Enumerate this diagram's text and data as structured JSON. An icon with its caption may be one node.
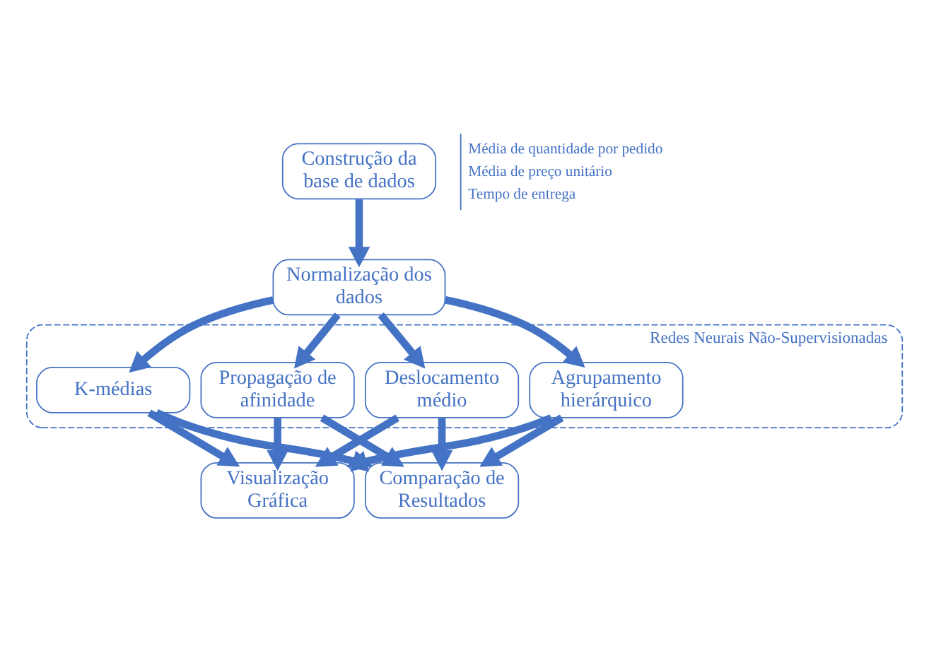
{
  "diagram": {
    "nodes": [
      {
        "text": [
          "Construção da base de dados"
        ],
        "beside": [
          "Média de quantidade por pedido",
          "Média de preço unitário",
          "Tempo de entrega"
        ]
      },
      {
        "text": [
          "Normalização dos dados"
        ]
      },
      {
        "text": [
          "Redes Neurais Não-Supervisionadas"
        ]
      },
      {
        "text": [
          "K-médias"
        ],
        "in": 2
      },
      {
        "text": [
          "Propagação de afinidade"
        ],
        "in": 2
      },
      {
        "text": [
          "Deslocamento médio"
        ],
        "in": 2
      },
      {
        "text": [
          "Agrupamento hierárquico"
        ],
        "in": 2
      },
      {
        "text": [
          "Visualização Gráfica"
        ]
      },
      {
        "text": [
          "Comparação de Resultados"
        ]
      }
    ],
    "edges": [
      {
        "from": 0,
        "to": 1,
        "arrow": "to"
      },
      {
        "from": 1,
        "to": 3,
        "arrow": "to"
      },
      {
        "from": 1,
        "to": 4,
        "arrow": "to"
      },
      {
        "from": 1,
        "to": 5,
        "arrow": "to"
      },
      {
        "from": 1,
        "to": 6,
        "arrow": "to"
      },
      {
        "from": 3,
        "to": 7,
        "arrow": "to"
      },
      {
        "from": 4,
        "to": 7,
        "arrow": "to"
      },
      {
        "from": 5,
        "to": 7,
        "arrow": "to"
      },
      {
        "from": 6,
        "to": 7,
        "arrow": "to"
      },
      {
        "from": 3,
        "to": 8,
        "arrow": "to"
      },
      {
        "from": 4,
        "to": 8,
        "arrow": "to"
      },
      {
        "from": 5,
        "to": 8,
        "arrow": "to"
      },
      {
        "from": 6,
        "to": 8,
        "arrow": "to"
      }
    ]
  }
}
